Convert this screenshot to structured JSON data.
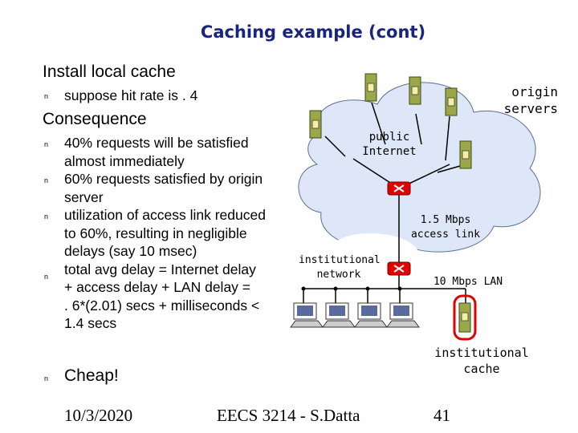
{
  "slide": {
    "title": "Caching example (cont)",
    "heading1": "Install local cache",
    "bullet1": "suppose hit rate is . 4",
    "heading2": "Consequence",
    "consequence_lines": [
      "40% requests will be satisfied",
      "almost immediately",
      "60% requests satisfied by origin",
      "server",
      "utilization of access link reduced",
      "to 60%, resulting in negligible",
      "delays (say 10 msec)",
      "total avg delay   = Internet delay",
      "+ access delay + LAN delay   =",
      ". 6*(2.01) secs  + milliseconds <",
      "1.4 secs"
    ],
    "bullet_last": "Cheap!",
    "bullet_glyph": "n"
  },
  "diagram": {
    "origin_servers_label": [
      "origin",
      "servers"
    ],
    "public_internet_label": [
      "public",
      "Internet"
    ],
    "access_link_label": [
      "1.5 Mbps",
      "access link"
    ],
    "institutional_network_label": [
      "institutional",
      "network"
    ],
    "lan_label": "10 Mbps LAN",
    "cache_label": [
      "institutional",
      "cache"
    ],
    "colors": {
      "cloud": "#dde7f7",
      "server": "#9aa84a",
      "router": "#e00000",
      "cache": "#e00000",
      "accent": "#1a237e"
    }
  },
  "footer": {
    "date": "10/3/2020",
    "course": "EECS 3214 - S.Datta",
    "page": "41"
  }
}
